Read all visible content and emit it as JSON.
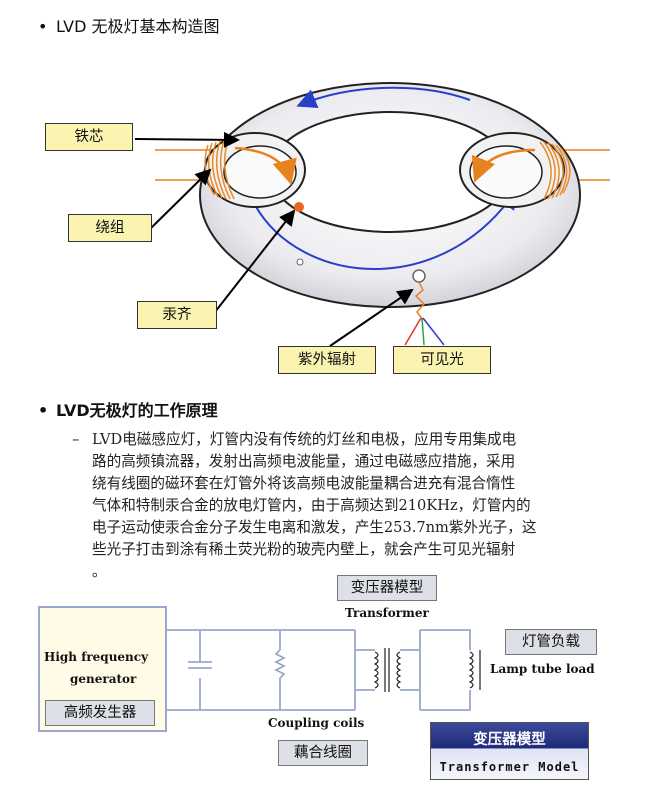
{
  "section1": {
    "bullet": "•",
    "title": "LVD 无极灯基本构造图"
  },
  "lamp_labels": {
    "core": "铁芯",
    "winding": "绕组",
    "amalgam": "汞齐",
    "uv": "紫外辐射",
    "visible": "可见光"
  },
  "section2": {
    "bullet": "•",
    "title": "LVD无极灯的工作原理",
    "dash": "–",
    "lines": [
      "LVD电磁感应灯，灯管内没有传统的灯丝和电极，应用专用集成电",
      "路的高频镇流器，发射出高频电波能量，通过电磁感应措施，采用",
      "绕有线圈的磁环套在灯管外将该高频电波能量耦合进充有混合惰性",
      "气体和特制汞合金的放电灯管内，由于高频达到210KHz，灯管内的",
      "电子运动使汞合金分子发生电离和激发，产生253.7nm紫外光子，这",
      "些光子打击到涂有稀土荧光粉的玻壳内壁上，就会产生可见光辐射",
      "。"
    ]
  },
  "circuit": {
    "transformer_model_cn": "变压器模型",
    "transformer_en": "Transformer",
    "generator_line1": "High frequency",
    "generator_line2": "generator",
    "generator_cn": "高频发生器",
    "lamp_load_cn": "灯管负载",
    "lamp_load_en": "Lamp tube load",
    "coupling_en": "Coupling coils",
    "coupling_cn": "藕合线圈",
    "model_box_cn": "变压器模型",
    "model_box_en": "Transformer Model"
  },
  "colors": {
    "ring": "#e8e8ec",
    "arrow_blue": "#2a3fc8",
    "arrow_orange": "#e8821e",
    "coil_orange": "#e88a2a",
    "label_yellow": "#fbf3b0"
  }
}
